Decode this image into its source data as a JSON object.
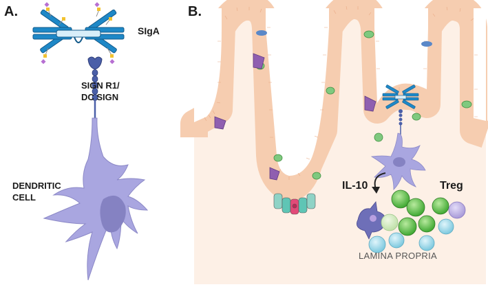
{
  "labels": {
    "panel_a": "A.",
    "panel_b": "B.",
    "siga": "SIgA",
    "sign_line1": "SIGN R1/",
    "sign_line2": "DC SIGN",
    "dc_line1": "DENDRITIC",
    "dc_line2": "CELL",
    "il10": "IL-10",
    "treg": "Treg",
    "lamina": "LAMINA PROPRIA"
  },
  "colors": {
    "antibody": "#1e88c7",
    "antibody_dark": "#135a8a",
    "receptor": "#4a5fa8",
    "dendritic": "#a9a6e0",
    "dendritic_nucleus": "#8582c2",
    "epithelium": "#f6cdb0",
    "epithelium_edge": "#e8a882",
    "lamina_bg": "#fdf0e6",
    "treg_green": "#5cc14a",
    "goblet_green": "#7fc97f",
    "tuft_purple": "#8f5fb0",
    "crypt_pink": "#e24a78",
    "crypt_teal": "#5fc5b5",
    "macrophage": "#6e6fb8",
    "cyan_cell": "#8fd3e6"
  }
}
